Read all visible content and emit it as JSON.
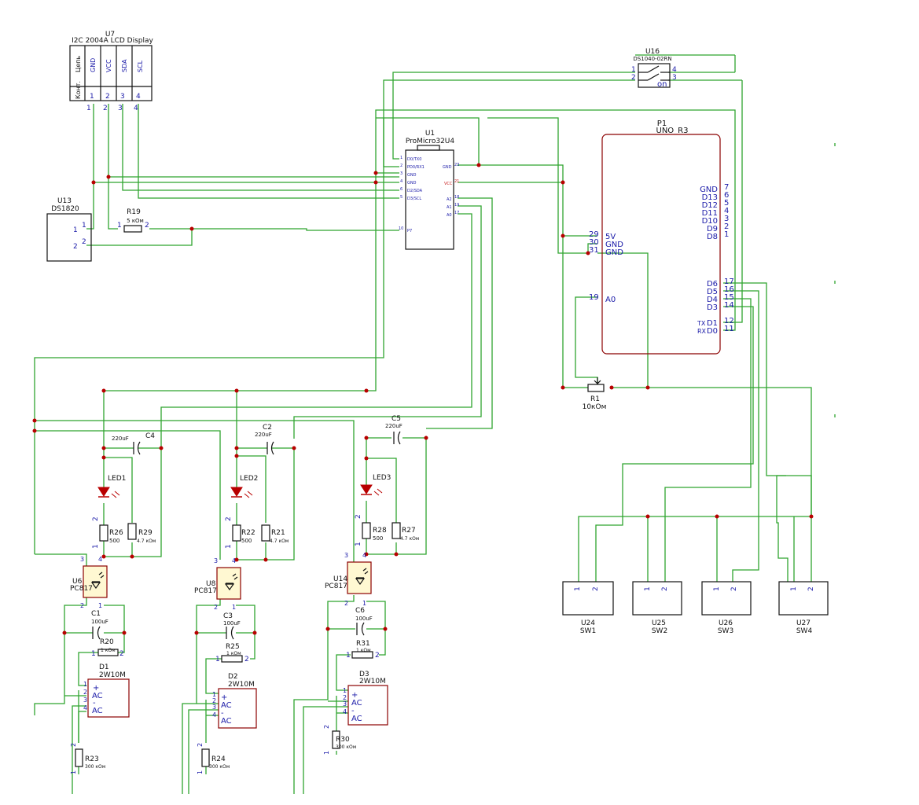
{
  "lcd": {
    "ref": "U7",
    "name": "I2C 2004A LCD Display",
    "col_hdr": "Цепь",
    "row_hdr": "Конт.",
    "pins": [
      {
        "n": "1",
        "s": "GND"
      },
      {
        "n": "2",
        "s": "VCC"
      },
      {
        "n": "3",
        "s": "SDA"
      },
      {
        "n": "4",
        "s": "SCL"
      }
    ]
  },
  "ds1820": {
    "ref": "U13",
    "name": "DS1820",
    "p1": "1",
    "p2": "2"
  },
  "r19": {
    "ref": "R19",
    "val": "5 кОм",
    "p1": "1",
    "p2": "2"
  },
  "promicro": {
    "ref": "U1",
    "name": "ProMicro32U4",
    "left": [
      {
        "n": "1",
        "s": "D0/TX0"
      },
      {
        "n": "2",
        "s": "PD0/RX1"
      },
      {
        "n": "3",
        "s": "GND"
      },
      {
        "n": "4",
        "s": "GND"
      },
      {
        "n": "6",
        "s": "D2/SDA"
      },
      {
        "n": "5",
        "s": "D3/SCL"
      },
      {
        "n": "10",
        "s": "P7"
      }
    ],
    "right": [
      {
        "n": "23",
        "s": "GND"
      },
      {
        "n": "21",
        "s": "VCC"
      },
      {
        "n": "18",
        "s": "A2"
      },
      {
        "n": "19",
        "s": "A1"
      },
      {
        "n": "17",
        "s": "A0"
      }
    ]
  },
  "switch": {
    "ref": "U16",
    "name": "DS1040-02RN",
    "on": "on",
    "p1": "1",
    "p2": "2",
    "p3": "3",
    "p4": "4"
  },
  "uno": {
    "ref": "P1",
    "name": "UNO_R3",
    "right_top": [
      {
        "n": "7",
        "s": "GND"
      },
      {
        "n": "6",
        "s": "D13"
      },
      {
        "n": "5",
        "s": "D12"
      },
      {
        "n": "4",
        "s": "D11"
      },
      {
        "n": "3",
        "s": "D10"
      },
      {
        "n": "2",
        "s": "D9"
      },
      {
        "n": "1",
        "s": "D8"
      }
    ],
    "right_bottom": [
      {
        "n": "17",
        "s": "D6"
      },
      {
        "n": "16",
        "s": "D5"
      },
      {
        "n": "15",
        "s": "D4"
      },
      {
        "n": "14",
        "s": "D3"
      },
      {
        "n": "12",
        "s": "D1",
        "x": "TX"
      },
      {
        "n": "11",
        "s": "D0",
        "x": "RX"
      }
    ],
    "left": [
      {
        "n": "29",
        "s": "5V"
      },
      {
        "n": "30",
        "s": "GND"
      },
      {
        "n": "31",
        "s": "GND"
      },
      {
        "n": "19",
        "s": "A0"
      }
    ]
  },
  "r1": {
    "ref": "R1",
    "val": "10кОм"
  },
  "caps_top": [
    {
      "ref": "C4",
      "val": "220uF"
    },
    {
      "ref": "C2",
      "val": "220uF"
    },
    {
      "ref": "C5",
      "val": "220uF"
    }
  ],
  "leds": [
    "LED1",
    "LED2",
    "LED3"
  ],
  "res_r": [
    {
      "ref": "R26",
      "val": "500",
      "p1": "1",
      "p2": "2"
    },
    {
      "ref": "R29",
      "val": "4.7 кОм"
    },
    {
      "ref": "R22",
      "val": "500",
      "p1": "1",
      "p2": "2"
    },
    {
      "ref": "R21",
      "val": "4.7 кОм"
    },
    {
      "ref": "R28",
      "val": "500",
      "p1": "1",
      "p2": "2"
    },
    {
      "ref": "R27",
      "val": "4.7 кОм"
    }
  ],
  "opto": [
    {
      "ref": "U6",
      "name": "PC817"
    },
    {
      "ref": "U8",
      "name": "PC817"
    },
    {
      "ref": "U14",
      "name": "PC817"
    }
  ],
  "opto_pins": {
    "p1": "1",
    "p2": "2",
    "p3": "3",
    "p4": "4"
  },
  "caps_bottom": [
    {
      "ref": "C1",
      "val": "100uF"
    },
    {
      "ref": "C3",
      "val": "100uF"
    },
    {
      "ref": "C6",
      "val": "100uF"
    }
  ],
  "res_mid": [
    {
      "ref": "R20",
      "val": "1 кОм",
      "p1": "1",
      "p2": "2"
    },
    {
      "ref": "R25",
      "val": "1 кОм",
      "p1": "1",
      "p2": "2"
    },
    {
      "ref": "R31",
      "val": "1 кОм",
      "p1": "1",
      "p2": "2"
    }
  ],
  "bridges": [
    {
      "ref": "D1",
      "name": "2W10M"
    },
    {
      "ref": "D2",
      "name": "2W10M"
    },
    {
      "ref": "D3",
      "name": "2W10M"
    }
  ],
  "bridge_sym": {
    "plus": "+",
    "ac": "AC",
    "minus": "-",
    "p1": "1",
    "p2": "2",
    "p3": "3",
    "p4": "4"
  },
  "res_low": [
    {
      "ref": "R23",
      "val": "300 кОм",
      "p1": "1",
      "p2": "2"
    },
    {
      "ref": "R24",
      "val": "300 кОм",
      "p1": "1",
      "p2": "2"
    },
    {
      "ref": "R30",
      "val": "300 кОм",
      "p1": "1",
      "p2": "2"
    }
  ],
  "buttons": [
    {
      "ref": "U24",
      "name": "SW1",
      "p1": "1",
      "p2": "2"
    },
    {
      "ref": "U25",
      "name": "SW2",
      "p1": "1",
      "p2": "2"
    },
    {
      "ref": "U26",
      "name": "SW3",
      "p1": "1",
      "p2": "2"
    },
    {
      "ref": "U27",
      "name": "SW4",
      "p1": "1",
      "p2": "2"
    }
  ]
}
